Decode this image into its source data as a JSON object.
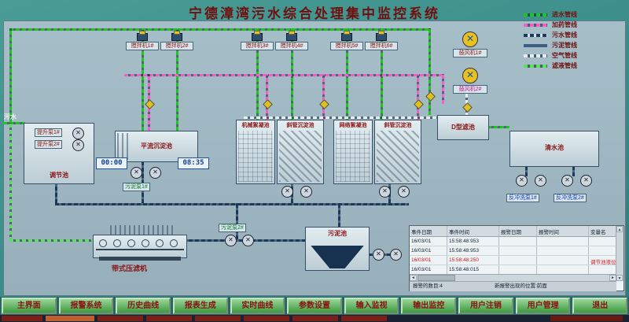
{
  "title": "宁德漳湾污水综合处理集中监控系统",
  "colors": {
    "background": "#3f918d",
    "panel": "#a0b8c2",
    "button_green": "#3e9a3e",
    "alarm_red": "#d01818",
    "pipe_inlet": "#19c819",
    "pipe_dosing": "#f060c8",
    "pipe_sewage": "#1c3a5e",
    "pipe_sludge": "#3a5e8c",
    "pipe_air": "#e4ecf0",
    "pipe_filtrate": "#5ae05a"
  },
  "legend": {
    "items": [
      {
        "name": "inlet-line",
        "label": "进水管线",
        "color": "#19c819"
      },
      {
        "name": "dosing-line",
        "label": "加药管线",
        "color": "#f060c8"
      },
      {
        "name": "sewage-line",
        "label": "污水管线",
        "color": "#1c3a5e"
      },
      {
        "name": "sludge-line",
        "label": "污泥管线",
        "color": "#3a5e8c"
      },
      {
        "name": "air-line",
        "label": "空气管线",
        "color": "#e4ecf0"
      },
      {
        "name": "filtrate-line",
        "label": "滤液管线",
        "color": "#5ae05a"
      }
    ]
  },
  "schematic": {
    "inflow_label": "污水",
    "tanks": {
      "regulation": "调节池",
      "horizontal_sed": "平流沉淀池",
      "mech_floc": "机械絮凝池",
      "inclined_sed_1": "斜管沉淀池",
      "net_floc": "网络絮凝池",
      "inclined_sed_2": "斜管沉淀池",
      "d_filter": "D型滤池",
      "clear_water": "清水池",
      "sludge": "污泥池",
      "belt_press": "带式压滤机"
    },
    "mixers": [
      "搅拌机1#",
      "搅拌机2#",
      "搅拌机3#",
      "搅拌机4#",
      "搅拌机5#",
      "搅拌机6#"
    ],
    "lift_pumps": [
      "提升泵1#",
      "提升泵2#"
    ],
    "sludge_pumps": [
      "污泥泵1#",
      "污泥泵2#"
    ],
    "backwash_pumps": [
      "反冲洗泵1#",
      "反冲洗泵2#"
    ],
    "blowers": [
      "鼓风机1#",
      "鼓风机2#"
    ],
    "timers": [
      "00:00",
      "08:35"
    ]
  },
  "alarm_table": {
    "headers": [
      "事件日期",
      "事件时间",
      "报警日期",
      "报警时间",
      "变量名"
    ],
    "rows": [
      [
        "16/03/01",
        "15:58:48:953",
        "",
        "",
        ""
      ],
      [
        "16/03/01",
        "15:58:48:953",
        "",
        "",
        ""
      ],
      [
        "16/03/01",
        "15:58:48:250",
        "",
        "",
        "调节池液位"
      ],
      [
        "16/03/01",
        "15:58:48:015",
        "",
        "",
        ""
      ]
    ],
    "footer_count": "报警的数目:4",
    "footer_position": "新报警出现的位置:前面"
  },
  "menu": {
    "buttons": [
      "主界面",
      "报警系统",
      "历史曲线",
      "报表生成",
      "实时曲线",
      "参数设置",
      "输入监视",
      "输出监控",
      "用户注销",
      "用户管理",
      "退出"
    ]
  }
}
